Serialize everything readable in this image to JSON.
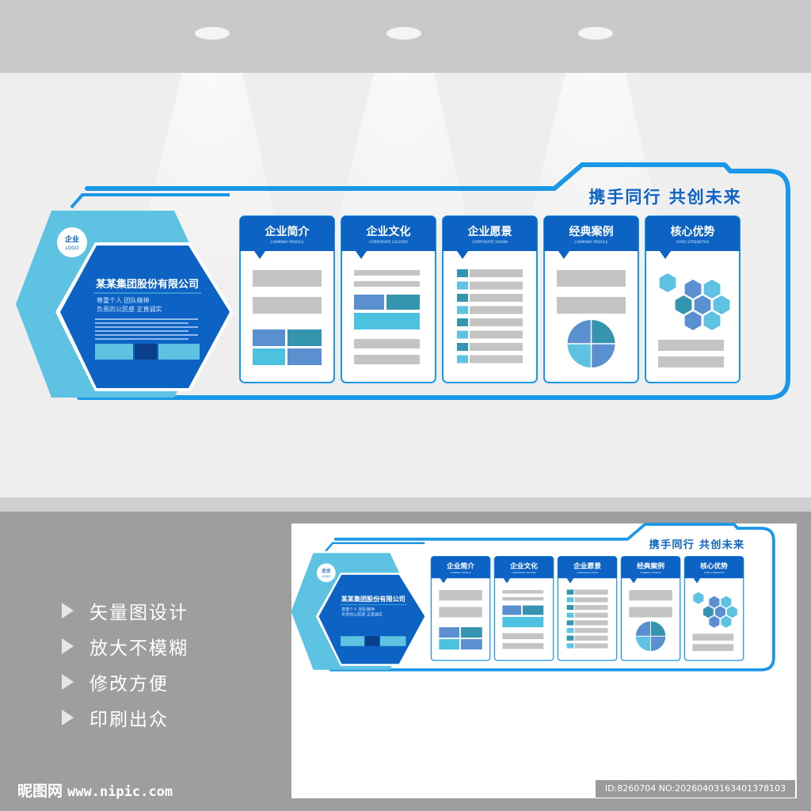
{
  "slogan": "携手同行 共创未来",
  "company": {
    "logo_text": "企业",
    "logo_sub": "LOGO",
    "name": "某某集团股份有限公司",
    "motto_line1": "尊重个人  团队精神",
    "motto_line2": "负责的公民感  正直诚实"
  },
  "panels": [
    {
      "title": "企业简介",
      "subtitle": "COMPANY PROFILE",
      "kind": "profile"
    },
    {
      "title": "企业文化",
      "subtitle": "CORPORATE CULTURE",
      "kind": "culture"
    },
    {
      "title": "企业愿景",
      "subtitle": "CORPORATE VISION",
      "kind": "vision"
    },
    {
      "title": "经典案例",
      "subtitle": "COMPANY PROFILE",
      "kind": "cases"
    },
    {
      "title": "核心优势",
      "subtitle": "CORE STRENGTHS",
      "kind": "strengths"
    }
  ],
  "features": [
    "矢量图设计",
    "放大不模糊",
    "修改方便",
    "印刷出众"
  ],
  "watermark": {
    "brand": "昵图网",
    "url": "www.nipic.com"
  },
  "image_id": "ID:8260704 NO:20260403163401378103",
  "colors": {
    "primary": "#0c63c4",
    "accent": "#1a97e6",
    "light": "#5ec3e2",
    "dark_hex": "#0e5bb8",
    "gray_block": "#c4c4c4",
    "mosaic": [
      "#5a8fd0",
      "#3594b0",
      "#4cc2e0",
      "#5a8fd0"
    ]
  }
}
